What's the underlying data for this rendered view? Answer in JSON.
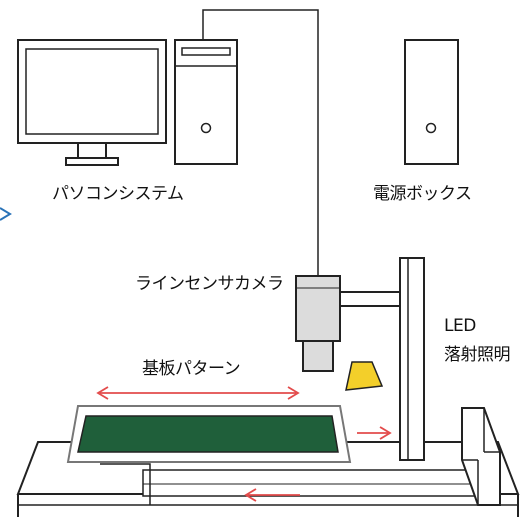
{
  "labels": {
    "pc_system": "パソコンシステム",
    "power_box": "電源ボックス",
    "line_camera": "ラインセンサカメラ",
    "led_line1": "LED",
    "led_line2": "落射照明",
    "board_pattern": "基板パターン"
  },
  "colors": {
    "stroke": "#222222",
    "outline_gray": "#777777",
    "camera_body": "#dcdcdc",
    "board_green": "#1f5f3a",
    "led_yellow": "#f3cf2a",
    "arrow_red": "#e34b4b",
    "accent_blue": "#2a73b8"
  }
}
